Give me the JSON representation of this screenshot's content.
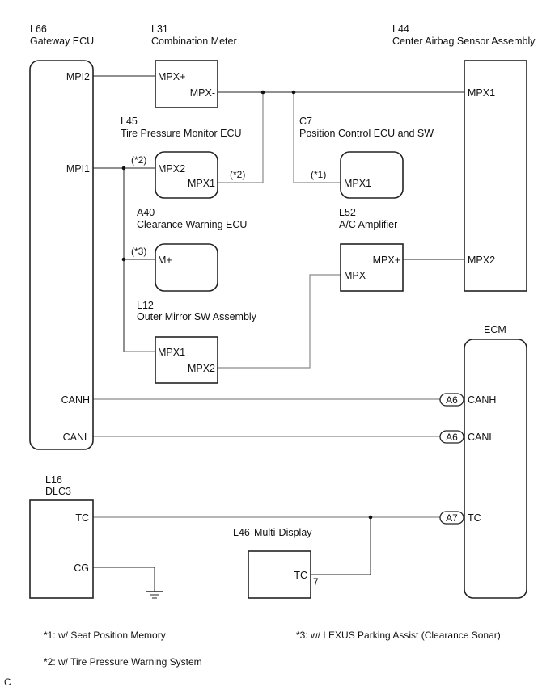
{
  "components": {
    "gateway": {
      "code": "L66",
      "name": "Gateway ECU",
      "pins": {
        "mpi2": "MPI2",
        "mpi1": "MPI1",
        "canh": "CANH",
        "canl": "CANL"
      }
    },
    "combination_meter": {
      "code": "L31",
      "name": "Combination Meter",
      "pins": {
        "mpx_plus": "MPX+",
        "mpx_minus": "MPX-"
      }
    },
    "airbag": {
      "code": "L44",
      "name": "Center Airbag Sensor Assembly",
      "pins": {
        "mpx1": "MPX1",
        "mpx2": "MPX2"
      }
    },
    "tire_pressure": {
      "code": "L45",
      "name": "Tire Pressure Monitor ECU",
      "pins": {
        "mpx2": "MPX2",
        "mpx1": "MPX1"
      }
    },
    "position_control": {
      "code": "C7",
      "name": "Position Control ECU and SW",
      "pins": {
        "mpx1": "MPX1"
      }
    },
    "clearance_warning": {
      "code": "A40",
      "name": "Clearance Warning ECU",
      "pins": {
        "m_plus": "M+"
      }
    },
    "ac_amplifier": {
      "code": "L52",
      "name": "A/C Amplifier",
      "pins": {
        "mpx_plus": "MPX+",
        "mpx_minus": "MPX-"
      }
    },
    "outer_mirror": {
      "code": "L12",
      "name": "Outer Mirror SW Assembly",
      "pins": {
        "mpx1": "MPX1",
        "mpx2": "MPX2"
      }
    },
    "ecm": {
      "name": "ECM",
      "pins": {
        "canh": "CANH",
        "canl": "CANL",
        "tc": "TC"
      },
      "connectors": {
        "canh": "A6",
        "canl": "A6",
        "tc": "A7"
      }
    },
    "dlc3": {
      "code": "L16",
      "name": "DLC3",
      "pins": {
        "tc": "TC",
        "cg": "CG"
      }
    },
    "multi_display": {
      "code": "L46",
      "name": "Multi-Display",
      "pins": {
        "tc": "TC"
      },
      "pin_number": "7"
    }
  },
  "wire_notes": {
    "tire_in": "(*2)",
    "tire_out": "(*2)",
    "position": "(*1)",
    "clearance": "(*3)"
  },
  "footnotes": {
    "n1": "*1: w/ Seat Position Memory",
    "n2": "*2: w/ Tire Pressure Warning System",
    "n3": "*3: w/ LEXUS Parking Assist (Clearance Sonar)"
  },
  "figure_letter": "C"
}
